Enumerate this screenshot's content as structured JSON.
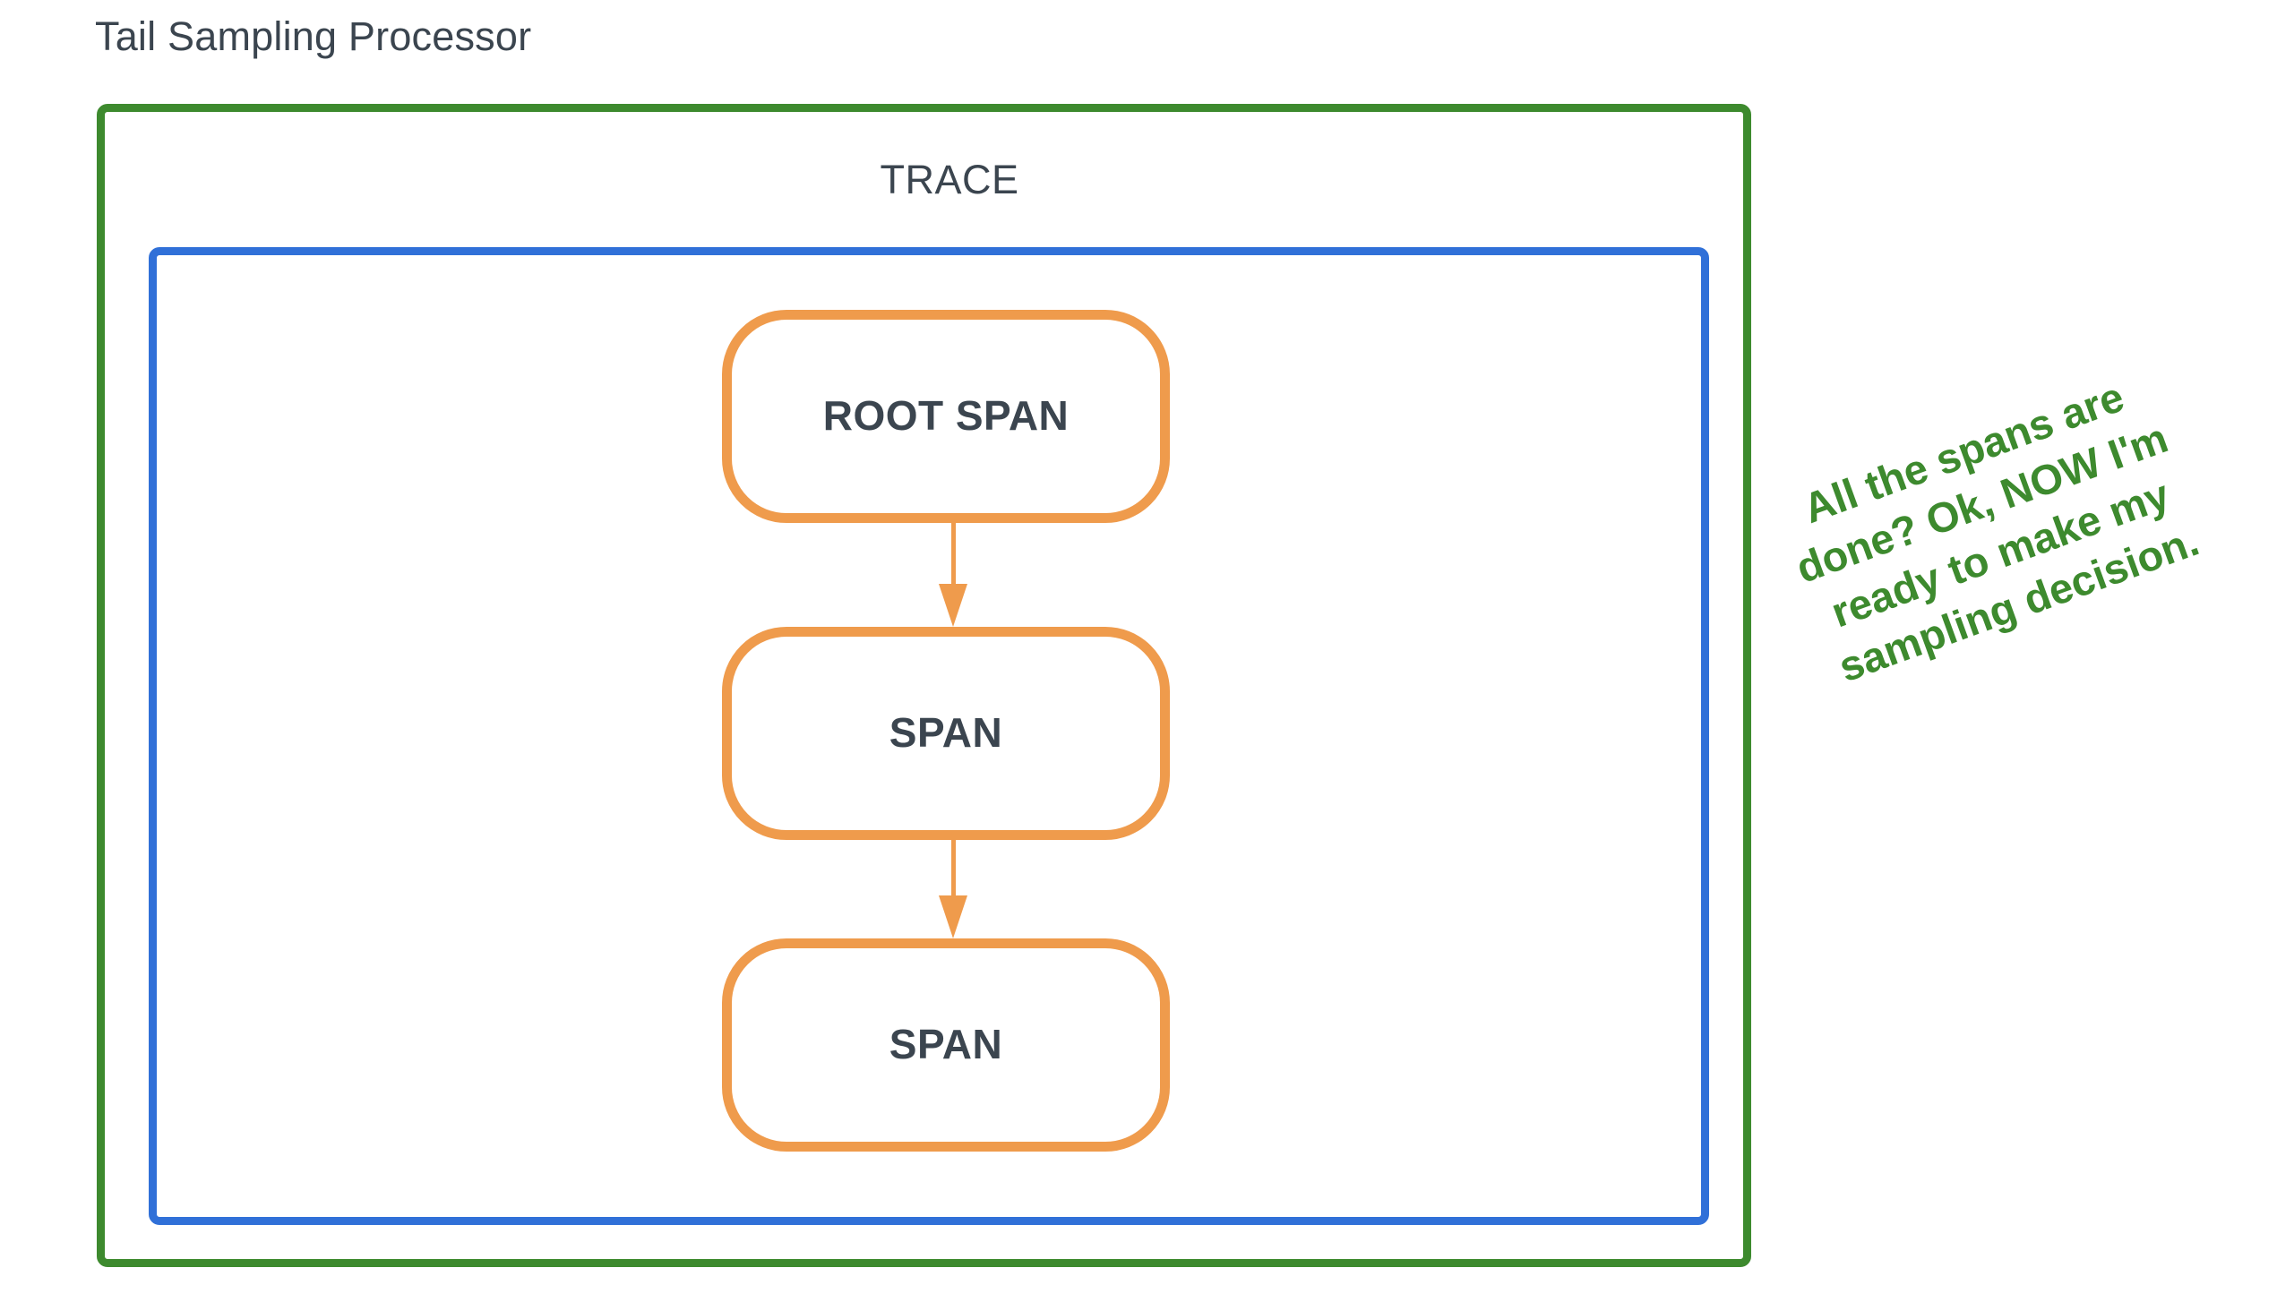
{
  "diagram": {
    "title": "Tail Sampling Processor",
    "trace_label": "TRACE",
    "annotation": "All the spans are done? Ok, NOW I'm ready to make my sampling decision.",
    "spans": [
      {
        "label": "ROOT SPAN"
      },
      {
        "label": "SPAN"
      },
      {
        "label": "SPAN"
      }
    ],
    "colors": {
      "processor_border": "#3d8a2e",
      "trace_border": "#3070d8",
      "span_border": "#ef9b4c",
      "text": "#3b454f",
      "annotation_text": "#3d8a2e",
      "background": "#ffffff"
    }
  }
}
